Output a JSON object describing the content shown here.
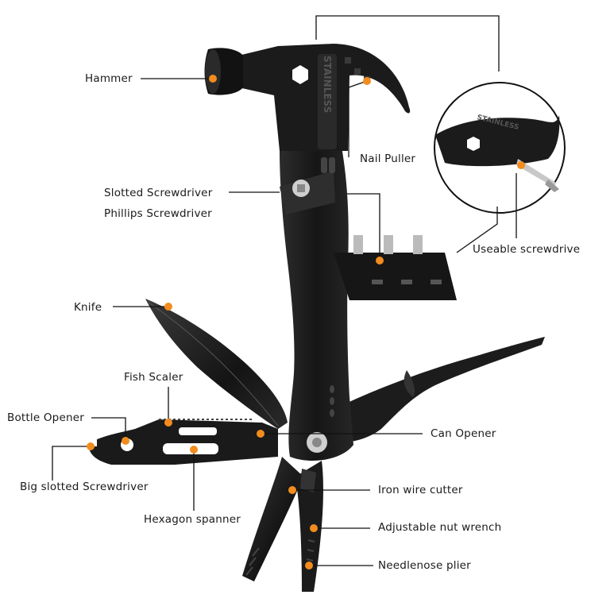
{
  "colors": {
    "tool": "#1b1b1b",
    "tool_highlight": "#3a3a3a",
    "marker": "#f28c1e",
    "leader": "#111111",
    "background": "#ffffff"
  },
  "embossed_text": "STAINLESS",
  "labels": {
    "hammer": "Hammer",
    "nail_puller": "Nail Puller",
    "slotted_screwdriver": "Slotted Screwdriver",
    "phillips_screwdriver": "Phillips Screwdriver",
    "useable_screwdriver": "Useable screwdrive",
    "knife": "Knife",
    "fish_scaler": "Fish Scaler",
    "bottle_opener": "Bottle Opener",
    "big_slotted_screwdriver": "Big slotted Screwdriver",
    "hexagon_spanner": "Hexagon spanner",
    "can_opener": "Can Opener",
    "iron_wire_cutter": "Iron wire cutter",
    "adjustable_nut_wrench": "Adjustable nut wrench",
    "needlenose_plier": "Needlenose plier"
  }
}
